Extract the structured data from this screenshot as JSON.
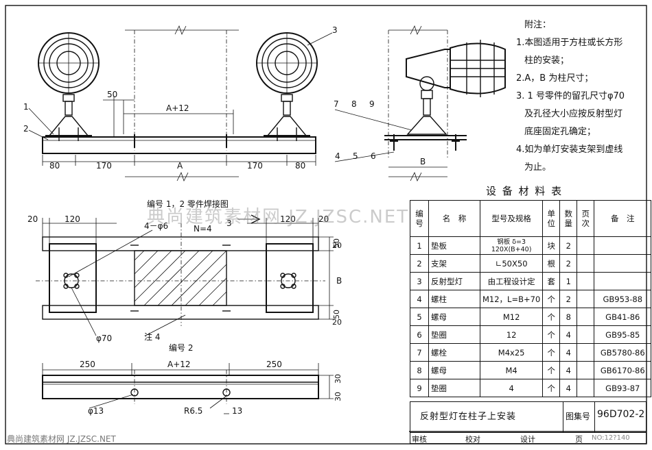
{
  "drawing": {
    "dims_front": [
      "80",
      "170",
      "A",
      "170",
      "80"
    ],
    "dim_a12": "A+12",
    "dim_50": "50",
    "dim_side_b": "B",
    "callouts_front": [
      "1",
      "2",
      "3"
    ],
    "callouts_side": [
      "7",
      "8",
      "9",
      "4",
      "5",
      "6"
    ],
    "weld_title": "编号 1，2  零件焊接图",
    "weld_dims_top": [
      "20",
      "120",
      "120",
      "20"
    ],
    "weld_dims_right": [
      "20",
      "50",
      "B",
      "50",
      "20"
    ],
    "weld_hole": "4－φ6",
    "weld_n": "N=4",
    "weld_n3": "3",
    "weld_phi70": "φ70",
    "weld_note4": "注 4",
    "part2_title": "编号 2",
    "part2_dims_top": [
      "250",
      "A+12",
      "250"
    ],
    "part2_dims_right": [
      "30",
      "30"
    ],
    "part2_phi13": "φ13",
    "part2_r": "R6.5",
    "part2_13": "13"
  },
  "notes": {
    "title": "附注：",
    "lines": [
      "1.本图适用于方柱或长方形",
      "柱的安装；",
      "2.A，B 为柱尺寸；",
      "3. 1 号零件的留孔尺寸φ70",
      "及孔径大小应按反射型灯",
      "底座固定孔确定；",
      "4.如为单灯安装支架到虚线",
      "为止。"
    ]
  },
  "table": {
    "title": "设 备 材 料 表",
    "headers": [
      "编号",
      "名　称",
      "型号及规格",
      "单位",
      "数量",
      "页次",
      "备　注"
    ],
    "rows": [
      [
        "1",
        "垫板",
        "钢板 δ=3 120X(B+40)",
        "块",
        "2",
        "",
        ""
      ],
      [
        "2",
        "支架",
        "∟50X50",
        "根",
        "2",
        "",
        ""
      ],
      [
        "3",
        "反射型灯",
        "由工程设计定",
        "套",
        "1",
        "",
        ""
      ],
      [
        "4",
        "螺柱",
        "M12，L=B+70",
        "个",
        "2",
        "",
        "GB953-88"
      ],
      [
        "5",
        "螺母",
        "M12",
        "个",
        "8",
        "",
        "GB41-86"
      ],
      [
        "6",
        "垫圈",
        "12",
        "个",
        "4",
        "",
        "GB95-85"
      ],
      [
        "7",
        "螺栓",
        "M4x25",
        "个",
        "4",
        "",
        "GB5780-86"
      ],
      [
        "8",
        "螺母",
        "M4",
        "个",
        "4",
        "",
        "GB6170-86"
      ],
      [
        "9",
        "垫圈",
        "4",
        "个",
        "4",
        "",
        "GB93-87"
      ]
    ]
  },
  "titleblock": {
    "title": "反射型灯在柱子上安装",
    "set_label": "图集号",
    "set_no": "96D702-2",
    "review": "审核",
    "check": "校对",
    "design": "设计",
    "page": "页",
    "page_no": "NO:12?140"
  },
  "watermark": {
    "center": "典尚建筑素材网 JZ.JZSC.NET",
    "bottom": "典尚建筑素材网 JZ.JZSC.NET"
  }
}
